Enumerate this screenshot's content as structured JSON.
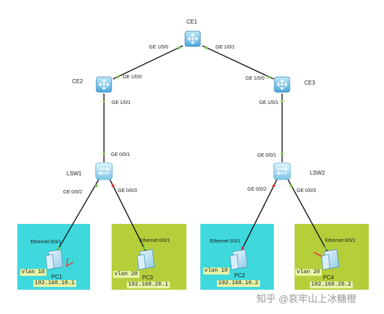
{
  "devices": {
    "ce1": {
      "name": "CE1"
    },
    "ce2": {
      "name": "CE2"
    },
    "ce3": {
      "name": "CE3"
    },
    "lsw1": {
      "name": "LSW1"
    },
    "lsw2": {
      "name": "LSW2"
    },
    "pc1": {
      "name": "PC1",
      "ip": "192.168.10.1",
      "vlan": "vlan 10",
      "port": "Ethernet 0/0/1"
    },
    "pc2": {
      "name": "PC2",
      "ip": "192.168.10.2",
      "vlan": "vlan 10",
      "port": "Ethernet 0/0/1"
    },
    "pc3": {
      "name": "PC3",
      "ip": "192.168.20.1",
      "vlan": "vlan 20",
      "port": "Ethernet 0/0/1"
    },
    "pc4": {
      "name": "PC4",
      "ip": "192.168.20.2",
      "vlan": "vlan 20",
      "port": "Ethernet 0/0/1"
    }
  },
  "ports": {
    "ce1_left": "GE 1/0/0",
    "ce1_right": "GE 1/0/1",
    "ce2_up": "GE 1/0/0",
    "ce2_down": "GE 1/0/1",
    "ce3_up": "GE 1/0/0",
    "ce3_down": "GE 1/0/1",
    "lsw1_up": "GE 0/0/1",
    "lsw1_left": "GE 0/0/2",
    "lsw1_right": "GE 0/0/3",
    "lsw2_up": "GE 0/0/1",
    "lsw2_left": "GE 0/0/2",
    "lsw2_right": "GE 0/0/3"
  },
  "colors": {
    "vlan10_zone": "#3fd9dd",
    "vlan20_zone": "#b5cf3b",
    "link": "#111111",
    "port_up": "#7ac943",
    "port_down": "#e53935"
  },
  "watermark": "知乎 @哀牢山上冰糖橙"
}
